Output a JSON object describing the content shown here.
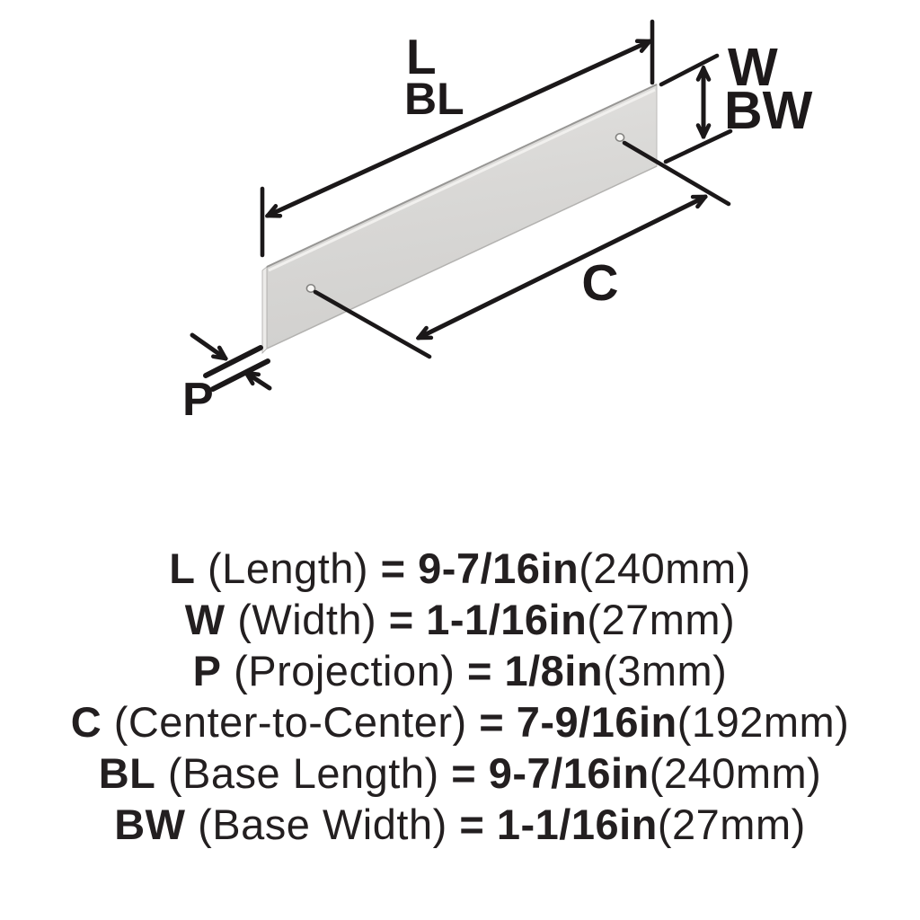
{
  "diagram": {
    "labels": {
      "length": "L",
      "base_length": "BL",
      "width": "W",
      "base_width": "BW",
      "center_to_center": "C",
      "projection": "P"
    },
    "colors": {
      "line": "#1b1819",
      "text": "#231f20",
      "plate_face_light": "#e1e0de",
      "plate_face_dark": "#d2d1cf",
      "background": "#ffffff"
    }
  },
  "specs": [
    {
      "code": "L",
      "name": "(Length)",
      "eq": "=",
      "imperial": "9-7/16in",
      "metric": "(240mm)"
    },
    {
      "code": "W",
      "name": "(Width)",
      "eq": "=",
      "imperial": "1-1/16in",
      "metric": "(27mm)"
    },
    {
      "code": "P",
      "name": "(Projection)",
      "eq": "=",
      "imperial": "1/8in",
      "metric": "(3mm)"
    },
    {
      "code": "C",
      "name": "(Center-to-Center)",
      "eq": "=",
      "imperial": "7-9/16in",
      "metric": "(192mm)"
    },
    {
      "code": "BL",
      "name": "(Base Length)",
      "eq": "=",
      "imperial": "9-7/16in",
      "metric": "(240mm)"
    },
    {
      "code": "BW",
      "name": "(Base Width)",
      "eq": "=",
      "imperial": "1-1/16in",
      "metric": "(27mm)"
    }
  ]
}
